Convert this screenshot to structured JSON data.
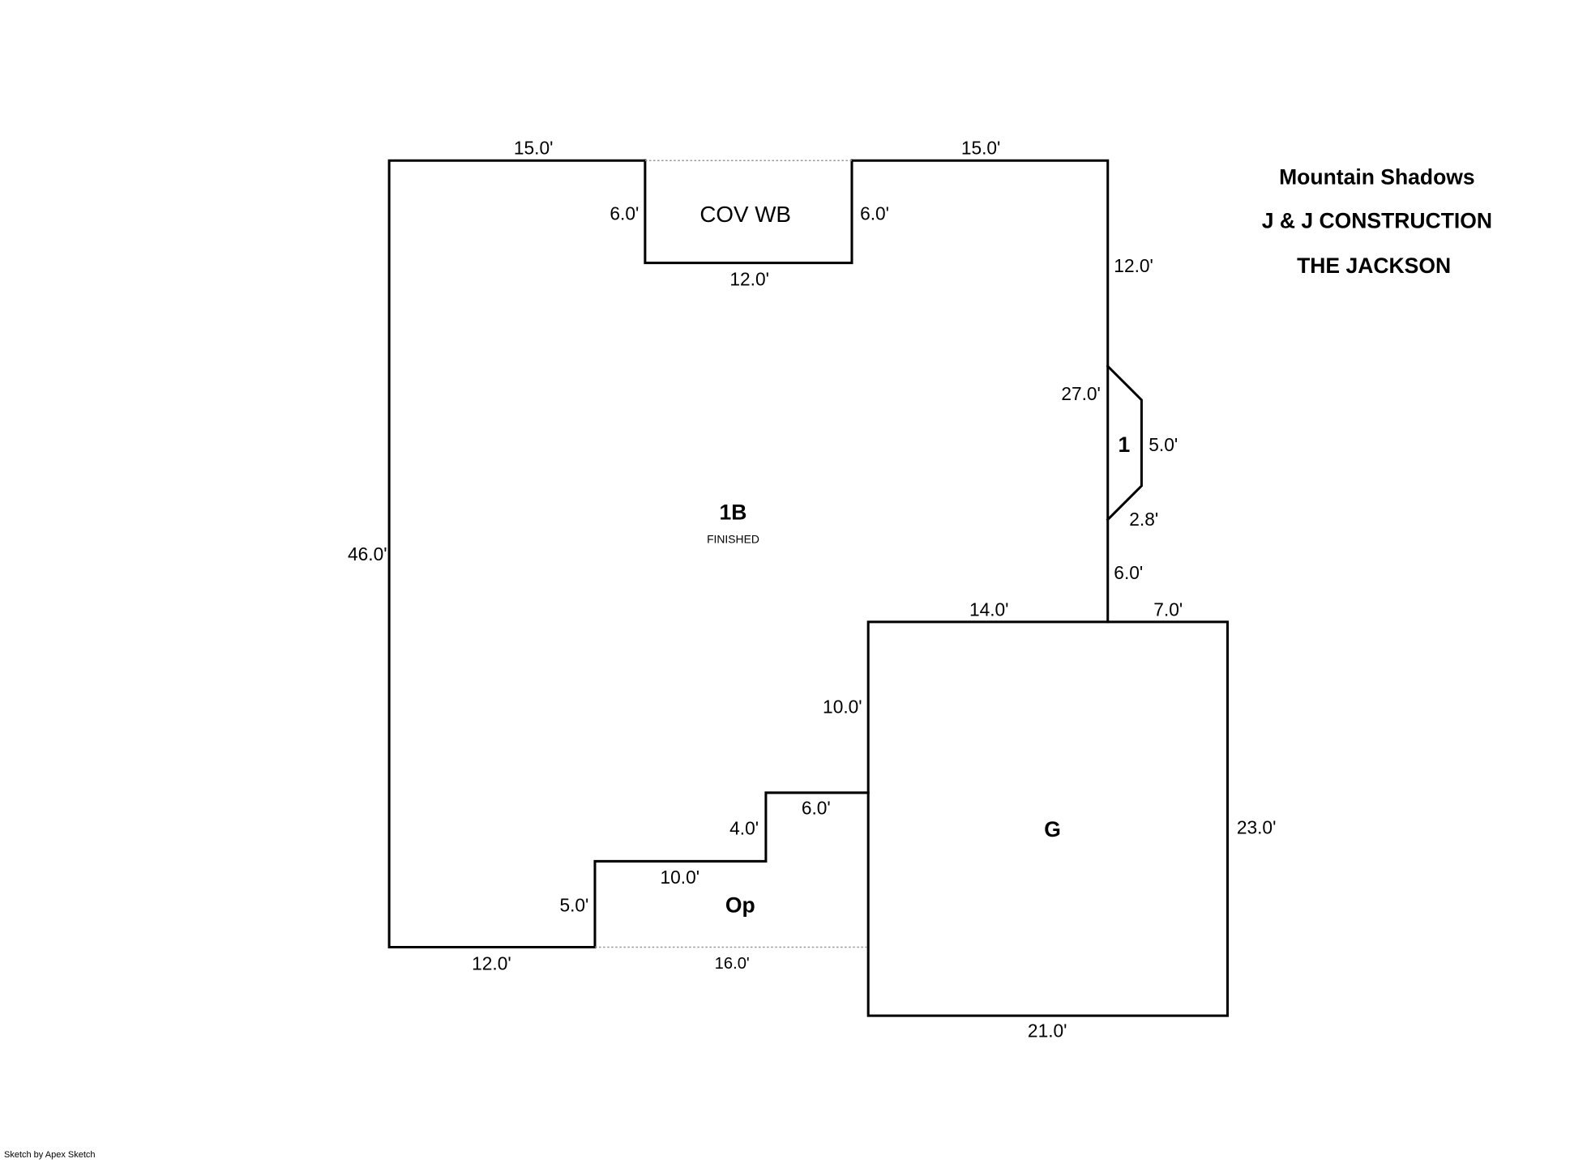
{
  "header": {
    "lines": [
      "Mountain Shadows",
      "J & J CONSTRUCTION",
      "THE JACKSON"
    ]
  },
  "areas": {
    "main": {
      "label": "1B",
      "sublabel": "FINISHED"
    },
    "porch_top": {
      "label": "COV WB"
    },
    "bay": {
      "label": "1"
    },
    "garage": {
      "label": "G"
    },
    "porch_bottom": {
      "label": "Op"
    }
  },
  "dimensions": {
    "top_left": "15.0'",
    "top_right": "15.0'",
    "cov_left": "6.0'",
    "cov_right": "6.0'",
    "cov_bottom": "12.0'",
    "right_upper": "12.0'",
    "bay_wall": "27.0'",
    "bay_side": "5.0'",
    "bay_angle": "2.8'",
    "right_lower": "6.0'",
    "left": "46.0'",
    "garage_top_left": "14.0'",
    "garage_top_right": "7.0'",
    "garage_left": "10.0'",
    "garage_right": "23.0'",
    "garage_bottom": "21.0'",
    "step_upper_h": "6.0'",
    "step_upper_v": "4.0'",
    "step_lower_h": "10.0'",
    "step_lower_v": "5.0'",
    "bottom_left": "12.0'",
    "bottom_porch": "16.0'"
  },
  "footer": {
    "credit": "Sketch by Apex Sketch"
  }
}
